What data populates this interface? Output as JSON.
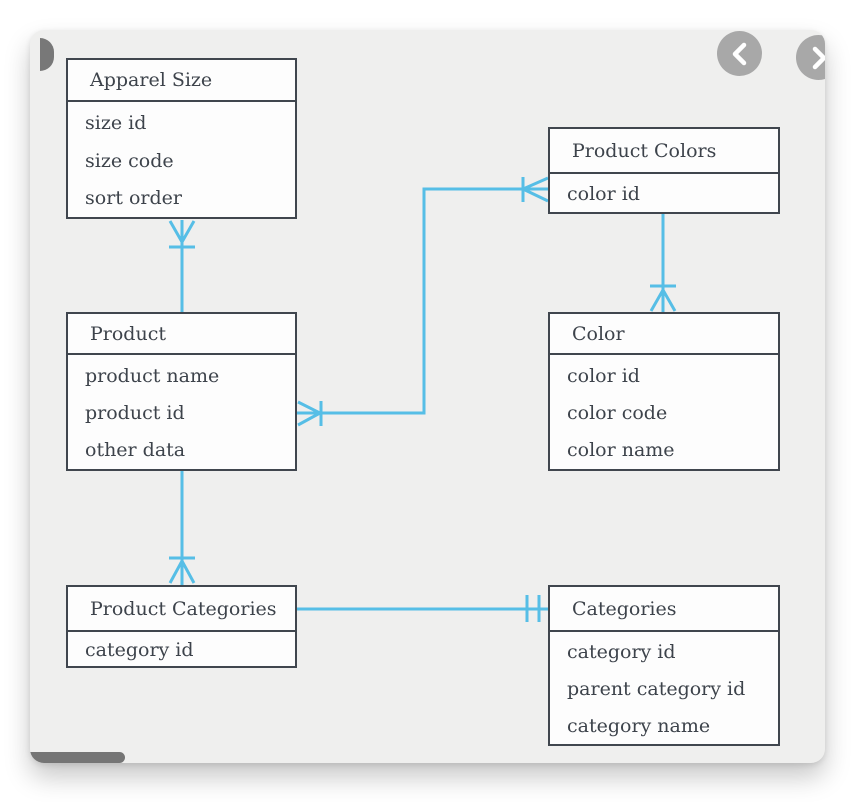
{
  "diagram_type": "entity-relationship (crow's foot notation)",
  "colors": {
    "connector": "#56bee6",
    "box_border": "#40464e",
    "box_bg": "#fdfdfd",
    "text": "#3d434b",
    "card_bg": "#efefee",
    "page_bg": "#ffffff",
    "nav_button_bg": "#a8a8a8",
    "nav_chevron": "#ffffff",
    "scroll_thumb": "#757575",
    "dark_semicircle": "#787878"
  },
  "nav": {
    "prev_icon": "chevron-left",
    "next_icon": "chevron-right"
  },
  "entities": [
    {
      "name": "Apparel Size",
      "fields": [
        "size id",
        "size code",
        "sort order"
      ]
    },
    {
      "name": "Product Colors",
      "fields": [
        "color id"
      ]
    },
    {
      "name": "Product",
      "fields": [
        "product name",
        "product id",
        "other data"
      ]
    },
    {
      "name": "Color",
      "fields": [
        "color id",
        "color code",
        "color name"
      ]
    },
    {
      "name": "Product Categories",
      "fields": [
        "category id"
      ]
    },
    {
      "name": "Categories",
      "fields": [
        "category id",
        "parent category id",
        "category name"
      ]
    }
  ],
  "relationships": [
    {
      "a": "Apparel Size",
      "b": "Product",
      "a_end": "one-or-many (crow's foot + tick)",
      "b_end": "plain"
    },
    {
      "a": "Product",
      "b": "Product Colors",
      "a_end": "one-or-many (crow's foot + tick)",
      "b_end": "one-or-many (crow's foot + tick)"
    },
    {
      "a": "Product Colors",
      "b": "Color",
      "a_end": "plain",
      "b_end": "one-or-many (crow's foot + tick)"
    },
    {
      "a": "Product",
      "b": "Product Categories",
      "a_end": "plain",
      "b_end": "one-or-many (crow's foot + tick)"
    },
    {
      "a": "Product Categories",
      "b": "Categories",
      "a_end": "plain",
      "b_end": "one-and-only-one (double tick)"
    }
  ]
}
